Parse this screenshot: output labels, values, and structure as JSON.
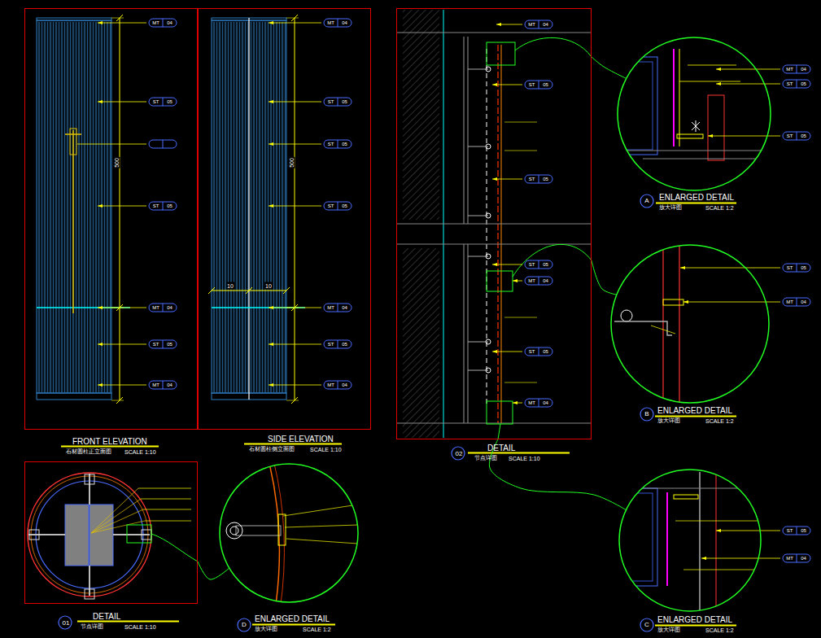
{
  "diagram": {
    "nodes": [
      {
        "text": [
          "FRONT ELEVATION",
          "石材圆柱正立面图",
          "SCALE 1:10"
        ]
      },
      {
        "text": [
          "SIDE ELEVATION",
          "石材圆柱侧立面图",
          "SCALE 1:10"
        ]
      },
      {
        "text": [
          "01",
          "DETAIL",
          "节点详图",
          "SCALE 1:10"
        ]
      },
      {
        "text": [
          "D",
          "ENLARGED DETAIL",
          "放大详图",
          "SCALE 1:2"
        ]
      },
      {
        "text": [
          "02",
          "DETAIL",
          "节点详图",
          "SCALE 1:10"
        ]
      },
      {
        "text": [
          "A",
          "ENLARGED DETAIL",
          "放大详图",
          "SCALE 1:2"
        ]
      },
      {
        "text": [
          "B",
          "ENLARGED DETAIL",
          "放大详图",
          "SCALE 1:2"
        ]
      },
      {
        "text": [
          "C",
          "ENLARGED DETAIL",
          "放大详图",
          "SCALE 1:2"
        ]
      }
    ],
    "edges": [
      {
        "from": 2,
        "to": 3,
        "arrow": "none"
      },
      {
        "from": 4,
        "to": 5,
        "arrow": "none"
      },
      {
        "from": 4,
        "to": 6,
        "arrow": "none"
      },
      {
        "from": 4,
        "to": 7,
        "arrow": "none"
      }
    ],
    "labels": [
      "MT",
      "04",
      "ST",
      "05",
      "ST",
      "05",
      "MT",
      "04",
      "ST",
      "05",
      "MT",
      "04",
      "MT",
      "04",
      "ST",
      "05",
      "ST",
      "05",
      "ST",
      "05",
      "MT",
      "04",
      "ST",
      "05",
      "MT",
      "04",
      "MT",
      "04",
      "ST",
      "05",
      "ST",
      "05",
      "ST",
      "05",
      "MT",
      "04",
      "ST",
      "05",
      "MT",
      "04",
      "MT",
      "04",
      "ST",
      "05",
      "ST",
      "05",
      "ST",
      "05",
      "MT",
      "04",
      "ST",
      "05",
      "MT",
      "04",
      "500",
      "500",
      "10",
      "10"
    ]
  }
}
